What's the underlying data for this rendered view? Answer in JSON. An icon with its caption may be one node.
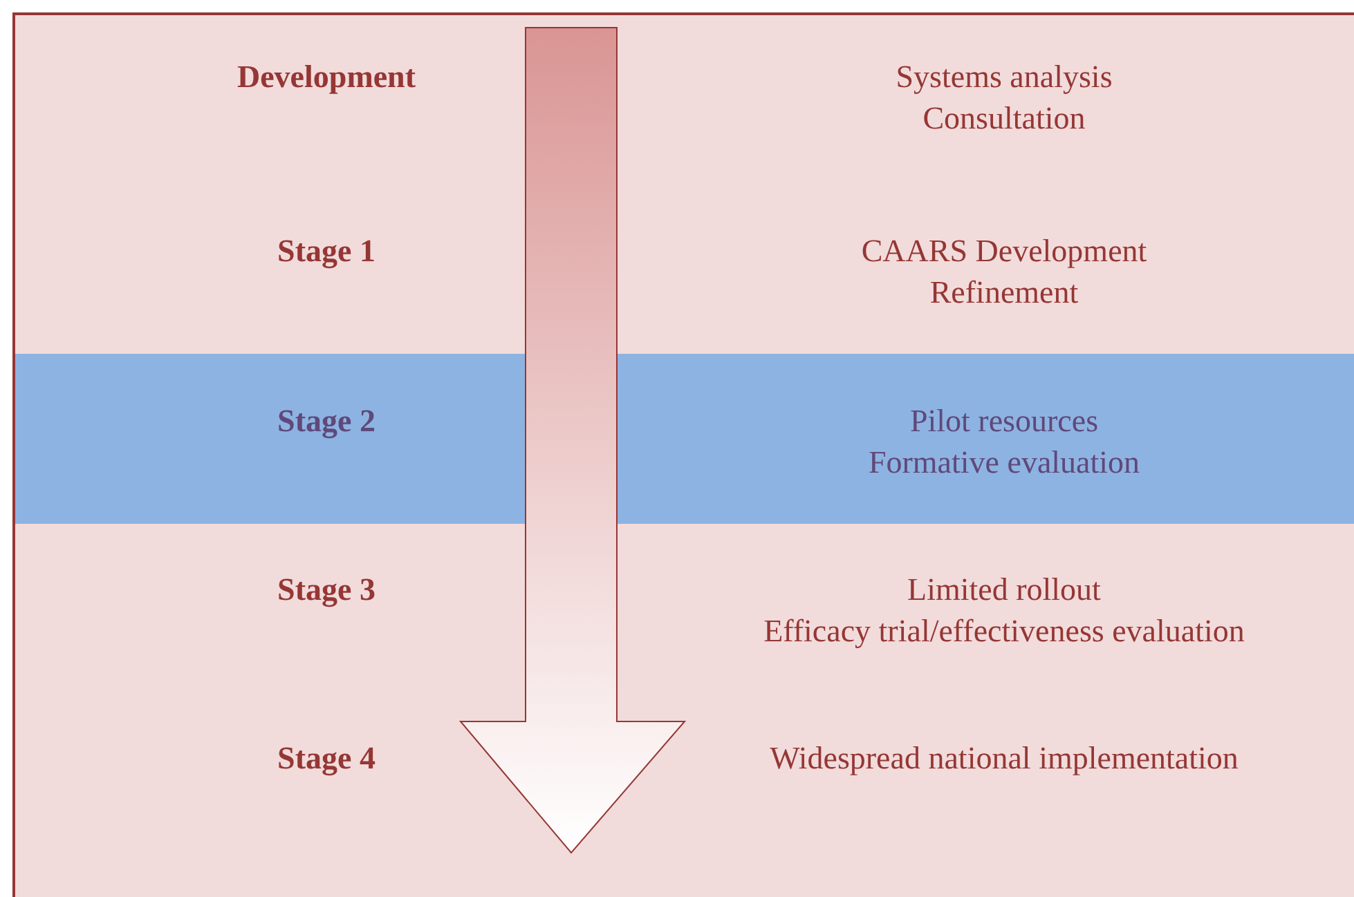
{
  "diagram": {
    "nodes": [
      {
        "text": [
          "Development",
          "Systems analysis",
          "Consultation"
        ]
      },
      {
        "text": [
          "Stage 1",
          "CAARS Development",
          "Refinement"
        ]
      },
      {
        "text": [
          "Stage 2",
          "Pilot resources",
          "Formative evaluation"
        ]
      },
      {
        "text": [
          "Stage 3",
          "Limited rollout",
          "Efficacy trial/effectiveness evaluation"
        ]
      },
      {
        "text": [
          "Stage 4",
          "Widespread national implementation"
        ]
      }
    ]
  }
}
